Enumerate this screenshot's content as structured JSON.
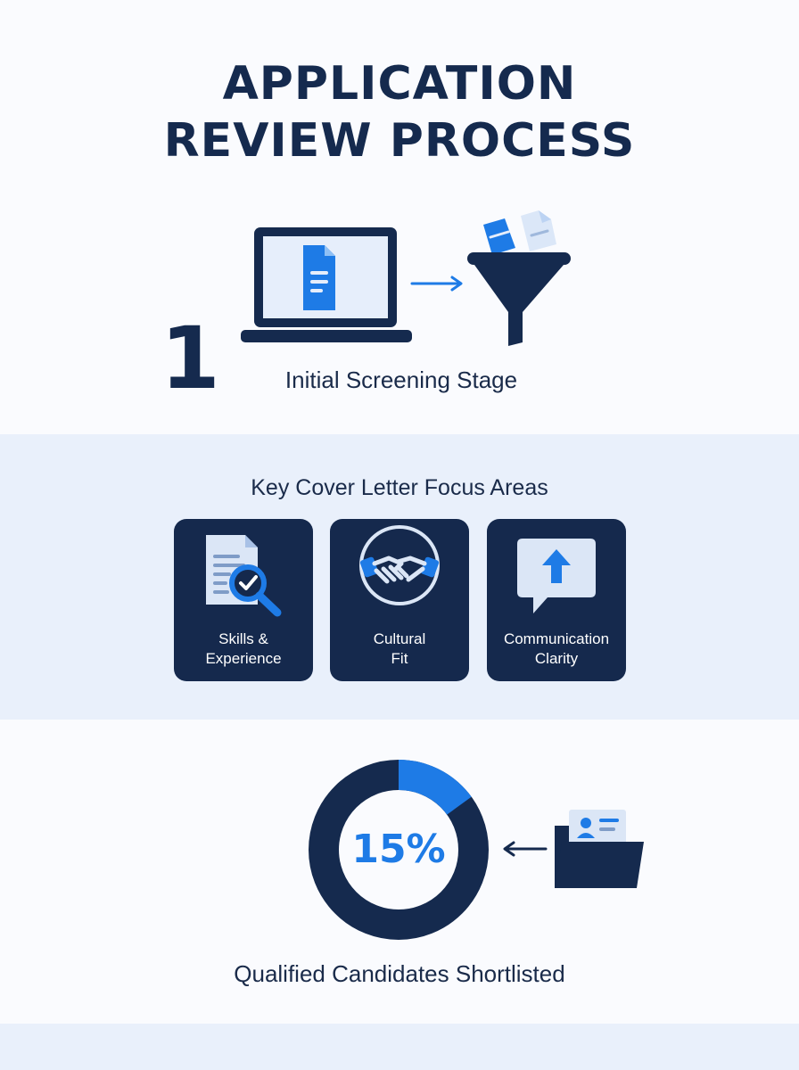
{
  "title": {
    "line1": "APPLICATION",
    "line2": "REVIEW PROCESS"
  },
  "step": {
    "number": "1",
    "label": "Initial Screening Stage"
  },
  "focus": {
    "heading": "Key Cover Letter Focus Areas",
    "cards": [
      {
        "label": "Skills &\nExperience",
        "icon": "document-magnifier-check-icon"
      },
      {
        "label": "Cultural\nFit",
        "icon": "handshake-icon"
      },
      {
        "label": "Communication\nClarity",
        "icon": "speech-bubble-up-arrow-icon"
      }
    ]
  },
  "result": {
    "value": "15%",
    "fraction": 0.15,
    "label": "Qualified Candidates Shortlisted"
  },
  "colors": {
    "navy": "#152a4e",
    "accent": "#1e7be6",
    "light": "#e9f0fb",
    "background": "#fafbfe"
  }
}
